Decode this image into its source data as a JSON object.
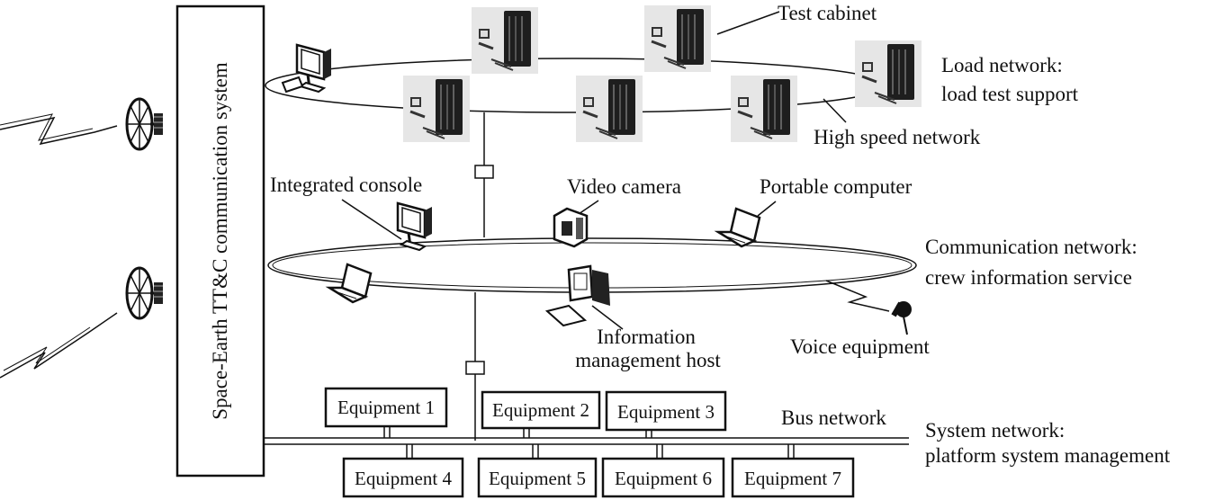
{
  "tt_c_label": "Space-Earth TT&C communication system",
  "load_network": {
    "line1": "Load network:",
    "line2": "load test support",
    "test_cabinet_label": "Test cabinet",
    "high_speed_label": "High speed network"
  },
  "communication_network": {
    "line1": "Communication network:",
    "line2": "crew information service",
    "integrated_console": "Integrated console",
    "video_camera": "Video camera",
    "portable_computer": "Portable computer",
    "info_host_line1": "Information",
    "info_host_line2": "management host",
    "voice_equipment": "Voice equipment"
  },
  "system_network": {
    "line1": "System network:",
    "line2": "platform system management",
    "bus_label": "Bus network",
    "equipment": [
      "Equipment 1",
      "Equipment 2",
      "Equipment 3",
      "Equipment 4",
      "Equipment 5",
      "Equipment 6",
      "Equipment 7"
    ]
  },
  "icons": {
    "antenna": "satellite-dish-icon",
    "cabinet": "server-cabinet-icon",
    "monitor": "desktop-monitor-icon",
    "laptop": "laptop-icon",
    "camera": "video-camera-icon",
    "voice": "voice-equipment-icon",
    "lightning": "radio-link-icon"
  }
}
